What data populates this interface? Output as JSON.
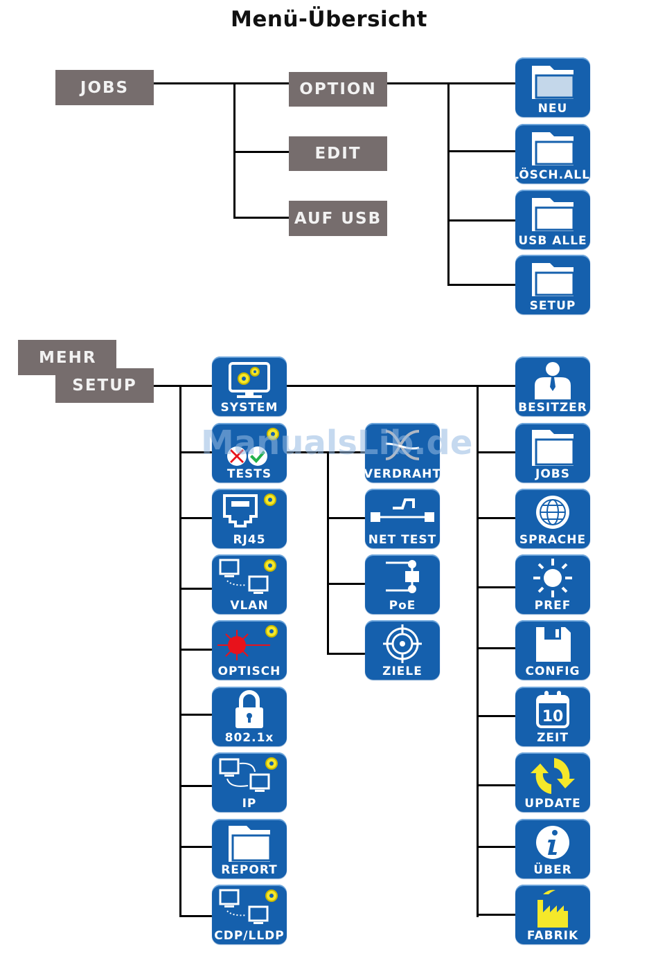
{
  "title": "Menü-Übersicht",
  "colors": {
    "tile_blue": "#1560ad",
    "gray_box": "#766d6d",
    "accent_yellow": "#f5e82a",
    "laser_red": "#e8121b"
  },
  "jobs_tree": {
    "root": "JOBS",
    "level1": [
      "OPTION",
      "EDIT",
      "AUF USB"
    ],
    "option_items": [
      {
        "label": "NEU",
        "icon": "folder-icon"
      },
      {
        "label": "LÖSCH.ALLE",
        "icon": "folder-icon"
      },
      {
        "label": "USB ALLE",
        "icon": "folder-icon"
      },
      {
        "label": "SETUP",
        "icon": "folder-icon"
      }
    ]
  },
  "setup_tree": {
    "root_top": "MEHR",
    "root": "SETUP",
    "left_items": [
      {
        "label": "SYSTEM",
        "icon": "monitor-gears-icon"
      },
      {
        "label": "TESTS",
        "icon": "tests-icon"
      },
      {
        "label": "RJ45",
        "icon": "rj45-port-icon"
      },
      {
        "label": "VLAN",
        "icon": "vlan-computers-icon"
      },
      {
        "label": "OPTISCH",
        "icon": "laser-icon"
      },
      {
        "label": "802.1x",
        "icon": "padlock-icon"
      },
      {
        "label": "IP",
        "icon": "ip-computers-icon"
      },
      {
        "label": "REPORT",
        "icon": "folder-icon"
      },
      {
        "label": "CDP/LLDP",
        "icon": "cdp-computers-icon"
      }
    ],
    "tests_items": [
      {
        "label": "VERDRAHT",
        "icon": "cable-wiring-icon"
      },
      {
        "label": "NET TEST",
        "icon": "net-test-icon"
      },
      {
        "label": "PoE",
        "icon": "poe-icon"
      },
      {
        "label": "ZIELE",
        "icon": "target-icon"
      }
    ],
    "right_items": [
      {
        "label": "BESITZER",
        "icon": "owner-person-icon"
      },
      {
        "label": "JOBS",
        "icon": "folder-icon"
      },
      {
        "label": "SPRACHE",
        "icon": "globe-icon"
      },
      {
        "label": "PREF",
        "icon": "sun-icon"
      },
      {
        "label": "CONFIG",
        "icon": "floppy-disk-icon"
      },
      {
        "label": "ZEIT",
        "icon": "calendar-icon"
      },
      {
        "label": "UPDATE",
        "icon": "update-arrows-icon"
      },
      {
        "label": "ÜBER",
        "icon": "info-icon"
      },
      {
        "label": "FABRIK",
        "icon": "factory-icon"
      }
    ],
    "calendar_day": "10"
  },
  "watermark": "ManualsLib.de"
}
